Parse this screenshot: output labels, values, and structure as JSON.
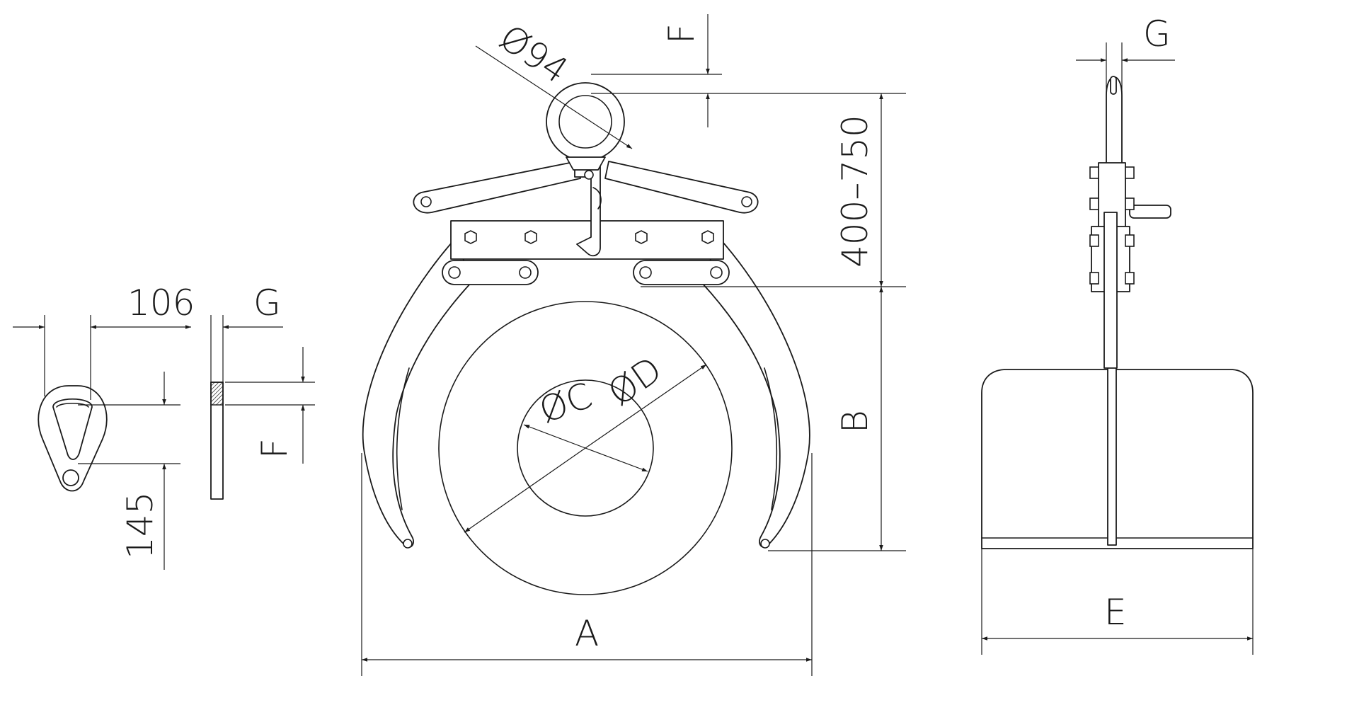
{
  "labels": {
    "dim_106": "106",
    "dim_145": "145",
    "dim_g_left": "G",
    "dim_f_left": "F",
    "dim_diameter_94": "Ø94",
    "dim_f_top": "F",
    "dim_400_750": "400–750",
    "dim_b": "B",
    "dim_a": "A",
    "dim_c": "ØC",
    "dim_d": "ØD",
    "dim_g_right": "G",
    "dim_e": "E"
  }
}
